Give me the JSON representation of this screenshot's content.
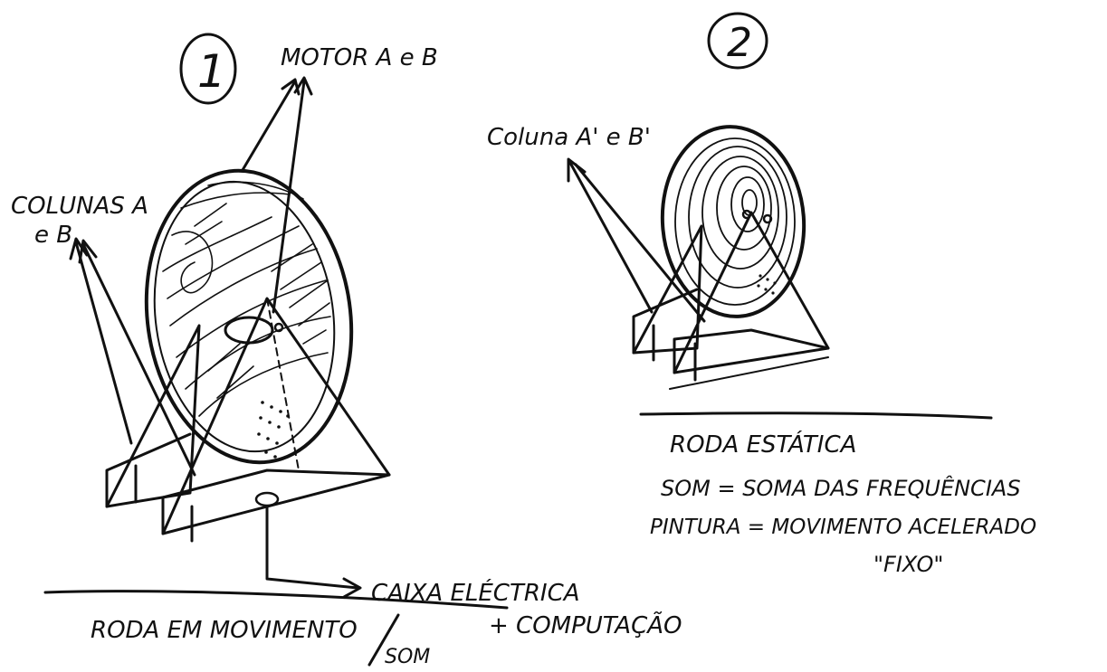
{
  "sketch1": {
    "number": "1",
    "label_motor": "MOTOR A e B",
    "label_columns_line1": "COLUNAS A",
    "label_columns_line2": "e B",
    "label_box_line1": "CAIXA ELÉCTRICA",
    "label_box_line2": "+ COMPUTAÇÃO",
    "caption_main": "RODA EM MOVIMENTO",
    "caption_sub": "SOM"
  },
  "sketch2": {
    "number": "2",
    "label_columns": "Coluna A' e B'",
    "caption_title": "RODA ESTÁTICA",
    "caption_line2": "SOM = SOMA DAS FREQUÊNCIAS",
    "caption_line3": "PINTURA = MOVIMENTO ACELERADO",
    "caption_line4": "\"FIXO\""
  }
}
